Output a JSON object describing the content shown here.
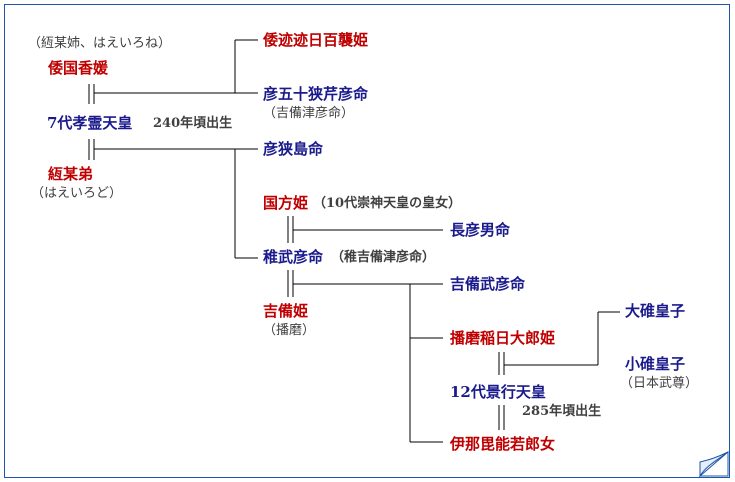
{
  "colors": {
    "female": "#c00000",
    "male": "#1a1a8c",
    "note": "#404040",
    "border": "#1f55a8"
  },
  "people": {
    "note_top": "（絚某姉、はえいろね）",
    "yamato_totohi": "倭迹迹日百襲姫",
    "yamato_kunika": "倭国香媛",
    "isaseri": "彦五十狭芹彦命",
    "isaseri_note": "（吉備津彦命）",
    "korei": "7代孝霊天皇",
    "korei_year": "240年頃出生",
    "hae_oto": "絚某弟",
    "hae_oto_note": "（はえいろど）",
    "sashima": "彦狭島命",
    "kunibu": "国方姫",
    "kunibu_note": "（10代崇神天皇の皇女）",
    "nagahiko": "長彦男命",
    "wakatake": "稚武彦命",
    "wakatake_note": "（稚吉備津彦命）",
    "kibitake": "吉備武彦命",
    "kibi_hime": "吉備姫",
    "kibi_hime_note": "（播磨）",
    "harima_inabi": "播磨稲日大郎姫",
    "ousu": "大碓皇子",
    "keiko": "12代景行天皇",
    "keiko_year": "285年頃出生",
    "ousu_small": "小碓皇子",
    "yamato_takeru": "（日本武尊）",
    "inabi_waka": "伊那毘能若郎女"
  }
}
